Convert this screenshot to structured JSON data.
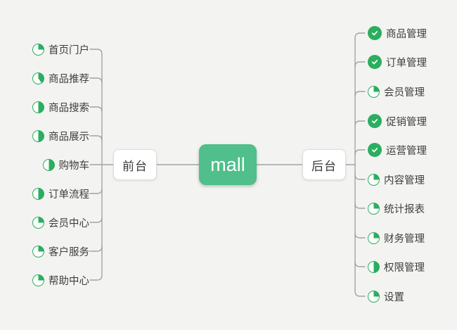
{
  "colors": {
    "background": "#f3f3f1",
    "accent_green": "#2bae5f",
    "root_green": "#50bf8b",
    "line_gray": "#a3a3a3",
    "text": "#3e3e3e"
  },
  "center": {
    "label": "mall"
  },
  "left": {
    "node": "前台",
    "items": [
      {
        "label": "首页门户",
        "icon": "pie",
        "progress": 25
      },
      {
        "label": "商品推荐",
        "icon": "pie",
        "progress": 40
      },
      {
        "label": "商品搜索",
        "icon": "pie",
        "progress": 50
      },
      {
        "label": "商品展示",
        "icon": "pie",
        "progress": 50
      },
      {
        "label": "购物车",
        "icon": "pie",
        "progress": 50
      },
      {
        "label": "订单流程",
        "icon": "pie",
        "progress": 50
      },
      {
        "label": "会员中心",
        "icon": "pie",
        "progress": 25
      },
      {
        "label": "客户服务",
        "icon": "pie",
        "progress": 25
      },
      {
        "label": "帮助中心",
        "icon": "pie",
        "progress": 25
      }
    ]
  },
  "right": {
    "node": "后台",
    "items": [
      {
        "label": "商品管理",
        "icon": "check"
      },
      {
        "label": "订单管理",
        "icon": "check"
      },
      {
        "label": "会员管理",
        "icon": "pie",
        "progress": 25
      },
      {
        "label": "促销管理",
        "icon": "check"
      },
      {
        "label": "运营管理",
        "icon": "check"
      },
      {
        "label": "内容管理",
        "icon": "pie",
        "progress": 25
      },
      {
        "label": "统计报表",
        "icon": "pie",
        "progress": 25
      },
      {
        "label": "财务管理",
        "icon": "pie",
        "progress": 25
      },
      {
        "label": "权限管理",
        "icon": "pie",
        "progress": 50
      },
      {
        "label": "设置",
        "icon": "pie",
        "progress": 25
      }
    ]
  }
}
